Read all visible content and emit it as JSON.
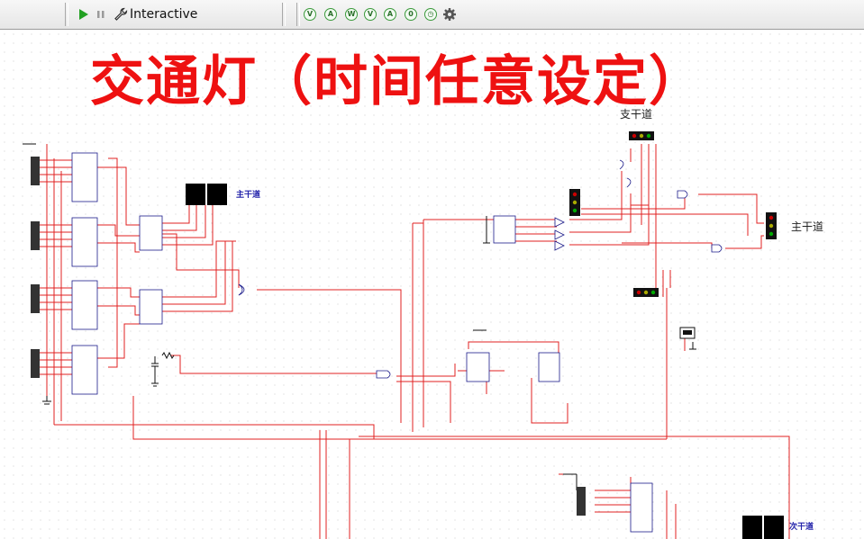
{
  "toolbar": {
    "mode_label": "Interactive",
    "instrument_icons": [
      "probe-v-icon",
      "probe-a-icon",
      "probe-w-icon",
      "probe-dv-icon",
      "probe-av-icon",
      "probe-reset-icon",
      "probe-clock-icon",
      "gear-icon"
    ]
  },
  "canvas": {
    "title": "交通灯（时间任意设定）",
    "labels": {
      "branch_road": "支干道",
      "main_road_right": "主干道",
      "main_road_display": "主干道",
      "secondary_road_display": "次干道"
    },
    "colors": {
      "wire": "#e02020",
      "title": "#ee1111",
      "chip_outline": "#1b1b8a",
      "display": "#000000"
    }
  }
}
